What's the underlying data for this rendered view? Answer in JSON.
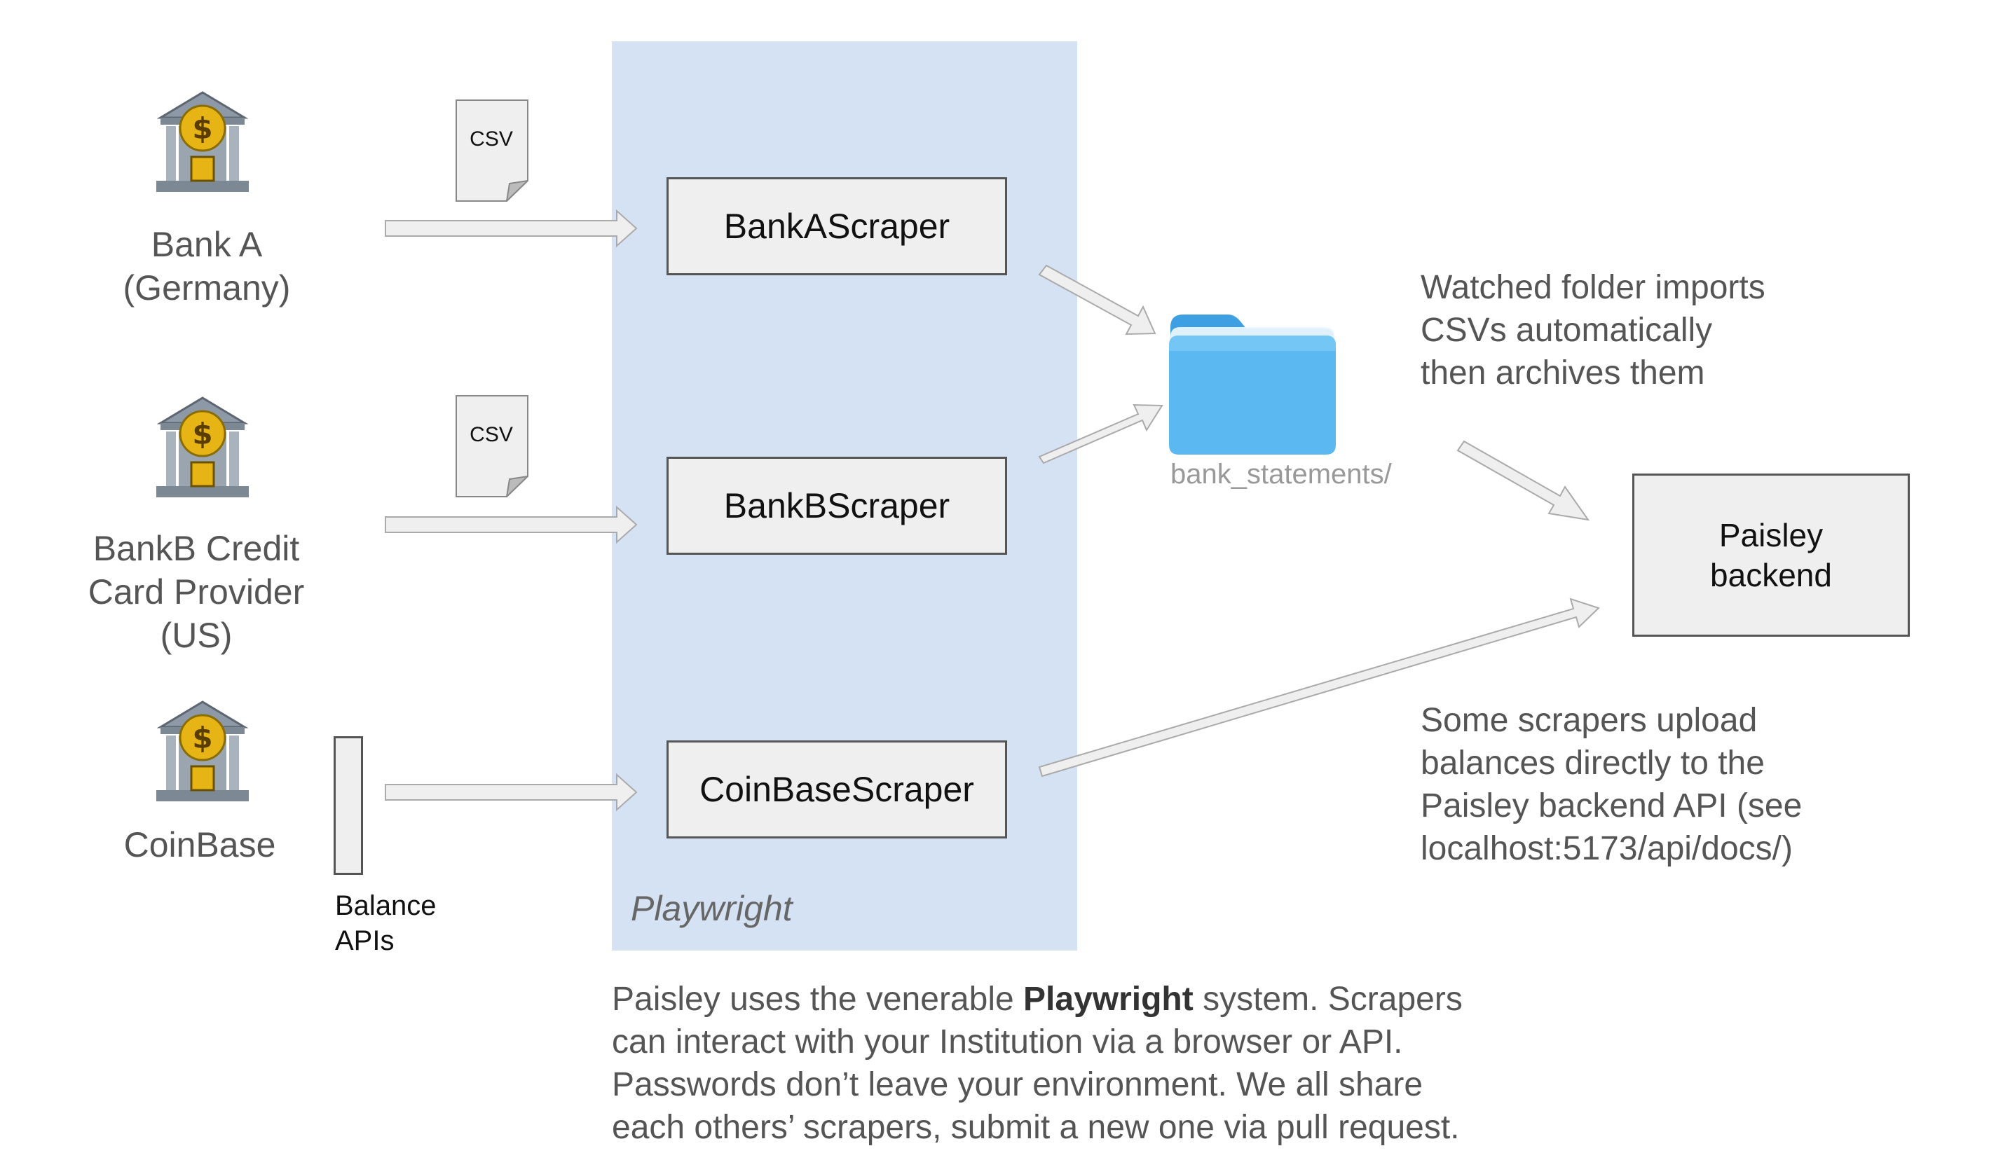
{
  "region": {
    "label": "Playwright"
  },
  "banks": [
    {
      "label_lines": [
        "Bank A",
        "(Germany)"
      ],
      "icon": "bank-icon"
    },
    {
      "label_lines": [
        "BankB Credit",
        "Card Provider",
        "(US)"
      ],
      "icon": "bank-icon"
    },
    {
      "label_lines": [
        "CoinBase"
      ],
      "icon": "bank-icon"
    }
  ],
  "csv_docs": [
    {
      "label": "CSV",
      "icon": "document-icon"
    },
    {
      "label": "CSV",
      "icon": "document-icon"
    }
  ],
  "balance_apis": {
    "lines": [
      "Balance",
      "APIs"
    ]
  },
  "scrapers": [
    {
      "label": "BankAScraper"
    },
    {
      "label": "BankBScraper"
    },
    {
      "label": "CoinBaseScraper"
    }
  ],
  "folder": {
    "label": "bank_statements/",
    "icon": "folder-icon",
    "color": "#5bb8f0"
  },
  "backend": {
    "lines": [
      "Paisley",
      "backend"
    ]
  },
  "annotations": {
    "watched": [
      "Watched folder imports",
      "CSVs automatically",
      "then archives them"
    ],
    "upload": [
      "Some scrapers upload",
      "balances directly to the",
      "Paisley backend API (see",
      "localhost:5173/api/docs/)"
    ]
  },
  "caption": {
    "line1_before": "Paisley uses the venerable ",
    "line1_bold": "Playwright",
    "line1_after": " system. Scrapers",
    "line2": "can interact with your Institution via a browser or API.",
    "line3": "Passwords don’t leave your environment. We all share",
    "line4": "each others’ scrapers, submit a new one via pull request."
  },
  "colors": {
    "region": "#d5e2f3",
    "box_fill": "#efefef",
    "box_border": "#555555",
    "arrow_fill": "#efefef",
    "arrow_stroke": "#aaaaaa",
    "bank_gold": "#e7b416"
  }
}
